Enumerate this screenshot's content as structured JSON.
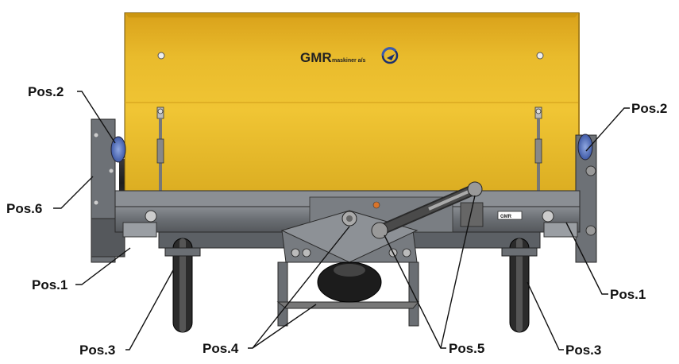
{
  "brand": {
    "name": "GMR",
    "suffix": "maskiner a/s",
    "logo_icon": "swirl-logo-icon"
  },
  "colors": {
    "hood": "#e7b723",
    "hood_dark": "#c89515",
    "frame": "#6f7378",
    "frame_dark": "#4e5156",
    "bearing": "#5a78c4"
  },
  "labels": {
    "pos2_left": "Pos.2",
    "pos2_right": "Pos.2",
    "pos6": "Pos.6",
    "pos1_left": "Pos.1",
    "pos1_right": "Pos.1",
    "pos3_left": "Pos.3",
    "pos3_right": "Pos.3",
    "pos4": "Pos.4",
    "pos5": "Pos.5"
  },
  "plate_text": "GMR"
}
